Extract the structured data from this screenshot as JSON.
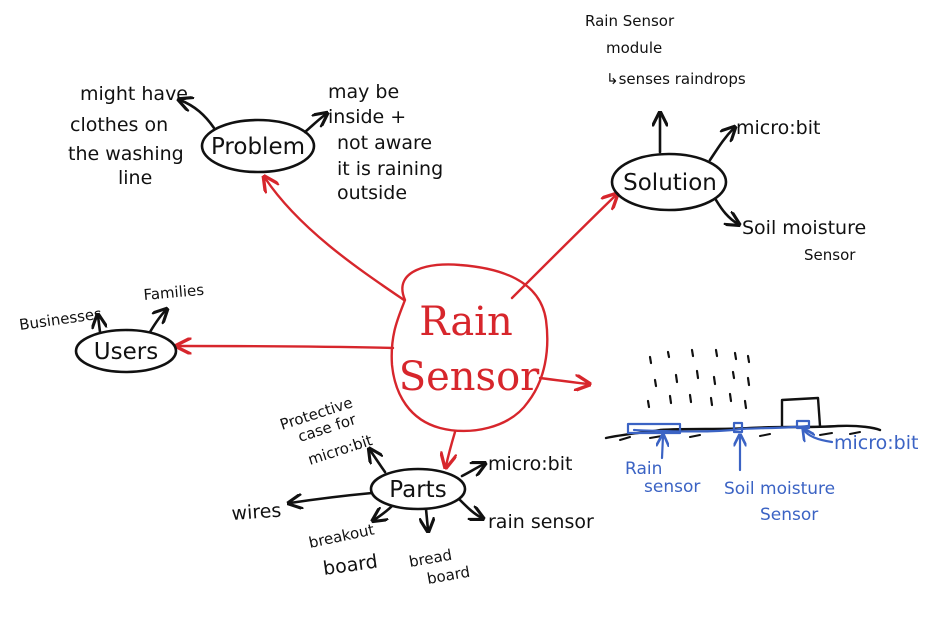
{
  "center": {
    "line1": "Rain",
    "line2": "Sensor",
    "color": "#d7262c"
  },
  "problem": {
    "label": "Problem",
    "left": [
      "might have",
      "clothes on",
      "the washing",
      "line"
    ],
    "right": [
      "may be",
      "inside +",
      "not aware",
      "it is raining",
      "outside"
    ]
  },
  "solution": {
    "label": "Solution",
    "top": [
      "Rain Sensor",
      "module",
      "↳senses raindrops"
    ],
    "right_top": "micro:bit",
    "right_bottom": [
      "Soil moisture",
      "Sensor"
    ]
  },
  "users": {
    "label": "Users",
    "left": "Businesses",
    "right": "Families"
  },
  "parts": {
    "label": "Parts",
    "top_left": [
      "Protective",
      "case for",
      "micro:bit"
    ],
    "right_top": "micro:bit",
    "left": "wires",
    "bottom_left": [
      "breakout",
      "board"
    ],
    "bottom": [
      "bread",
      "board"
    ],
    "right_bottom": "rain sensor"
  },
  "sketch": {
    "rain_sensor": [
      "Rain",
      "sensor"
    ],
    "soil_sensor": [
      "Soil moisture",
      "Sensor"
    ],
    "microbit": "micro:bit",
    "ink_color": "#3b63c4"
  }
}
